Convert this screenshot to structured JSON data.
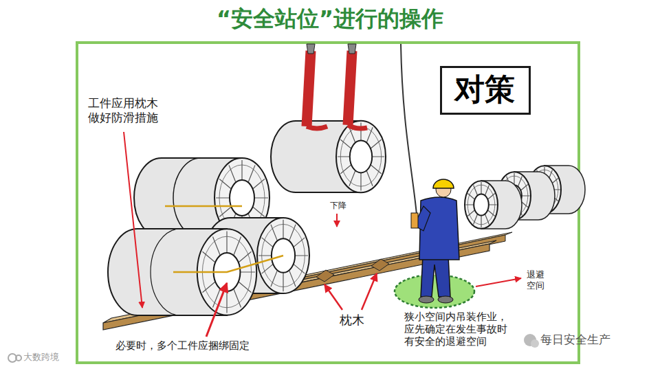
{
  "diagram": {
    "title": "“安全站位”进行的操作",
    "nodes": [
      {
        "text": [
          "对策"
        ]
      }
    ],
    "labels": [
      "工件应用枕木 做好防滑措施",
      "下降",
      "退避 空间",
      "枕木",
      "狭小空间内吊装作业， 应先确定在发生事故时 有安全的退避空间",
      "必要时，多个工件应捆绑固定",
      "每日安全生产",
      "大数跨境"
    ]
  }
}
